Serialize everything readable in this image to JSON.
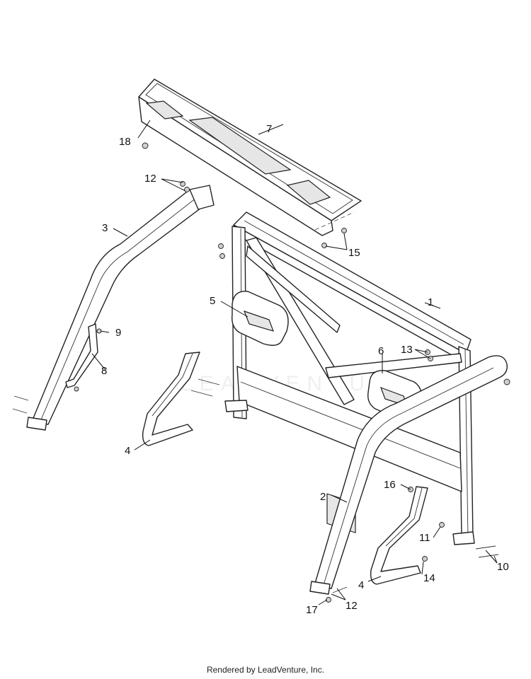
{
  "footer": {
    "text": "Rendered by LeadVenture, Inc."
  },
  "watermark": {
    "text": "LEADVENTURE"
  },
  "callouts": {
    "c1": "1",
    "c2": "2",
    "c3": "3",
    "c4a": "4",
    "c4b": "4",
    "c5": "5",
    "c6": "6",
    "c7": "7",
    "c8": "8",
    "c9": "9",
    "c10": "10",
    "c11": "11",
    "c12a": "12",
    "c12b": "12",
    "c13": "13",
    "c14": "14",
    "c15": "15",
    "c16": "16",
    "c17": "17",
    "c18": "18"
  }
}
